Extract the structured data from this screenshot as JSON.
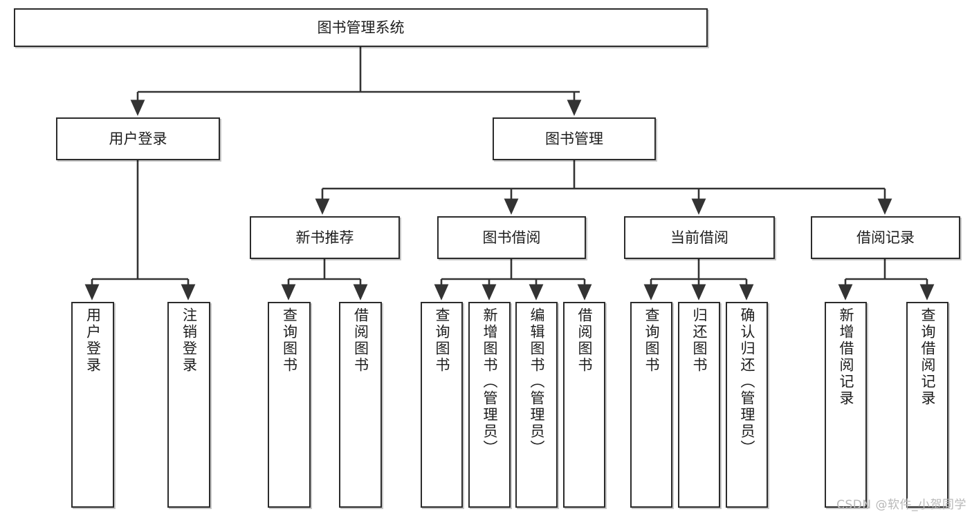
{
  "diagram": {
    "title": "图书管理系统",
    "type": "tree-hierarchy",
    "root": {
      "label": "图书管理系统"
    },
    "level2": [
      {
        "label": "用户登录"
      },
      {
        "label": "图书管理"
      }
    ],
    "level3": [
      {
        "label": "新书推荐"
      },
      {
        "label": "图书借阅"
      },
      {
        "label": "当前借阅"
      },
      {
        "label": "借阅记录"
      }
    ],
    "leaves": {
      "user_login": [
        {
          "label": "用户登录"
        },
        {
          "label": "注销登录"
        }
      ],
      "new_book_recommend": [
        {
          "label": "查询图书"
        },
        {
          "label": "借阅图书"
        }
      ],
      "book_borrow": [
        {
          "label": "查询图书"
        },
        {
          "label": "新增图书（管理员）"
        },
        {
          "label": "编辑图书（管理员）"
        },
        {
          "label": "借阅图书"
        }
      ],
      "current_borrow": [
        {
          "label": "查询图书"
        },
        {
          "label": "归还图书"
        },
        {
          "label": "确认归还（管理员）"
        }
      ],
      "borrow_record": [
        {
          "label": "新增借阅记录"
        },
        {
          "label": "查询借阅记录"
        }
      ]
    }
  },
  "watermark": {
    "text": "CSDN @软件_小贺同学"
  },
  "colors": {
    "background": "#ffffff",
    "box_border": "#2b2b2b",
    "connector": "#333333",
    "text": "#1d1d1d",
    "watermark": "#b8b8b8"
  }
}
